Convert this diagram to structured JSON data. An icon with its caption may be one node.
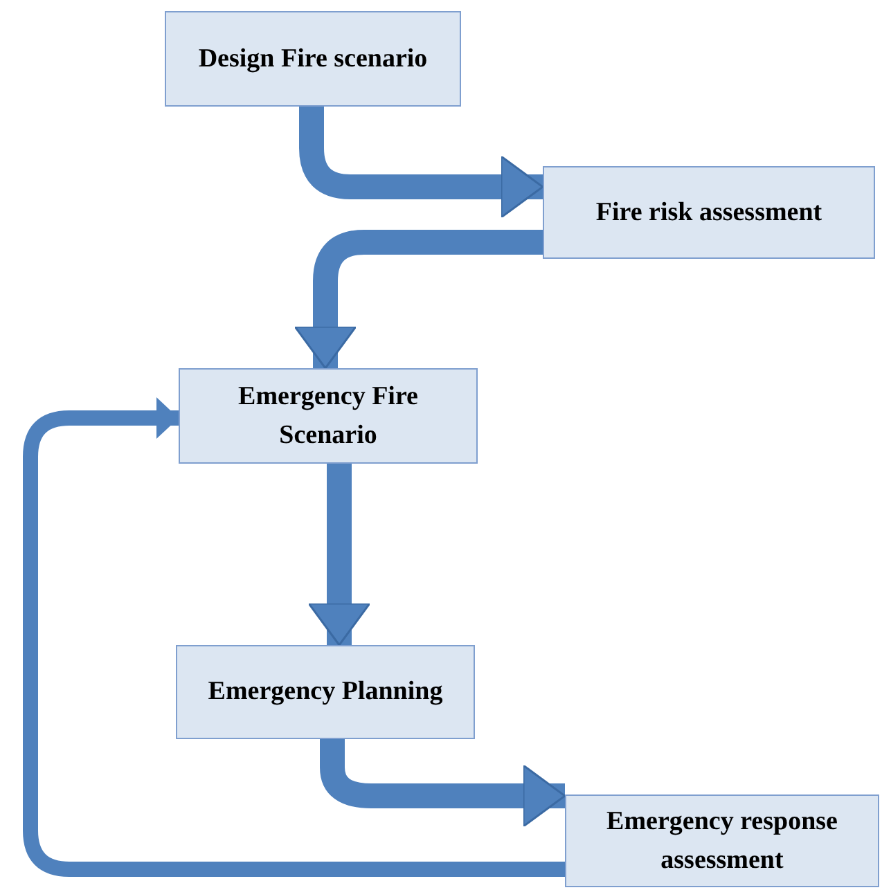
{
  "diagram": {
    "nodes": [
      {
        "text": [
          "Design Fire scenario"
        ]
      },
      {
        "text": [
          "Fire risk assessment"
        ]
      },
      {
        "text": [
          "Emergency Fire Scenario"
        ]
      },
      {
        "text": [
          "Emergency Planning"
        ]
      },
      {
        "text": [
          "Emergency response assessment"
        ]
      }
    ],
    "edges": [
      {
        "from": 0,
        "to": 1,
        "arrow": "to"
      },
      {
        "from": 1,
        "to": 2,
        "arrow": "to"
      },
      {
        "from": 2,
        "to": 3,
        "arrow": "to"
      },
      {
        "from": 3,
        "to": 4,
        "arrow": "to"
      },
      {
        "from": 4,
        "to": 2,
        "arrow": "to"
      }
    ]
  }
}
